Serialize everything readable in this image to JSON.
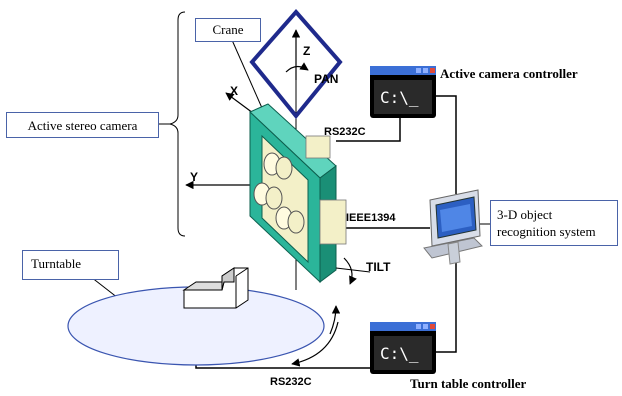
{
  "labels": {
    "crane": "Crane",
    "active_stereo_camera": "Active stereo camera",
    "turntable": "Turntable",
    "recognition_system": "3-D object recognition system",
    "active_camera_controller": "Active camera controller",
    "turntable_controller": "Turn table controller"
  },
  "connections": {
    "camera_link": "RS232C",
    "video_link": "IEEE1394",
    "turntable_link": "RS232C"
  },
  "axes": {
    "x": "X",
    "y": "Y",
    "z": "Z",
    "pan": "PAN",
    "tilt": "TILT"
  },
  "icons": {
    "console": "C:\\_"
  },
  "colors": {
    "frame_green": "#2bb59a",
    "crane_blue": "#1f2a8c",
    "callout_border": "#4a63a8",
    "turntable_fill": "#eef1ff"
  }
}
